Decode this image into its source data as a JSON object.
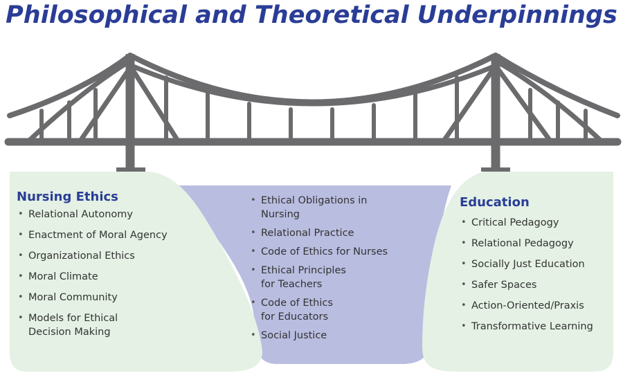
{
  "title": "Philosophical and Theoretical Underpinnings",
  "colors": {
    "title": "#2a3d96",
    "bridge": "#6b6b6d",
    "land": "#e4f1e4",
    "valley": "#b9bde0"
  },
  "panels": {
    "nursing_ethics": {
      "heading": "Nursing Ethics",
      "items": [
        [
          "Relational Autonomy"
        ],
        [
          "Enactment of Moral Agency"
        ],
        [
          "Organizational Ethics"
        ],
        [
          "Moral Climate"
        ],
        [
          "Moral Community"
        ],
        [
          "Models for Ethical",
          "Decision Making"
        ]
      ]
    },
    "shared": {
      "items": [
        [
          "Ethical Obligations in",
          "Nursing"
        ],
        [
          "Relational Practice"
        ],
        [
          "Code of Ethics for Nurses"
        ],
        [
          "Ethical Principles",
          "for Teachers"
        ],
        [
          "Code of Ethics",
          "for Educators"
        ],
        [
          "Social Justice"
        ]
      ]
    },
    "education": {
      "heading": "Education",
      "items": [
        [
          "Critical Pedagogy"
        ],
        [
          "Relational Pedagogy"
        ],
        [
          "Socially Just Education"
        ],
        [
          "Safer Spaces"
        ],
        [
          "Action-Oriented/Praxis"
        ],
        [
          "Transformative Learning"
        ]
      ]
    }
  }
}
